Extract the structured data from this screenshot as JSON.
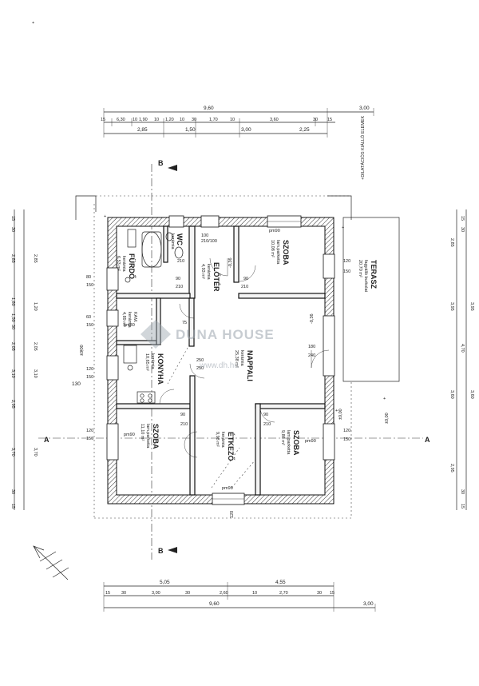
{
  "dims_top_total": [
    "9,60",
    "3,00"
  ],
  "dims_top_detail": [
    "15",
    "6,30",
    "10",
    "1,90",
    "10",
    "1,20",
    "10",
    "30",
    "1,70",
    "10",
    "3,60",
    "30",
    "15"
  ],
  "dims_top_second": [
    "2,85",
    "1,50",
    "3,00",
    "2,25"
  ],
  "dims_bottom_first": [
    "5,05",
    "4,55"
  ],
  "dims_bottom_detail": [
    "15",
    "30",
    "3,00",
    "30",
    "2,60",
    "10",
    "2,70",
    "30",
    "15"
  ],
  "dims_bottom_total": [
    "9,60",
    "3,00"
  ],
  "dims_left_outer": [
    "15",
    "30",
    "2,85",
    "1,80",
    "1,50",
    "30",
    "2,05",
    "3,10",
    "2,95",
    "3,70",
    "30",
    "15"
  ],
  "dims_left_inner": [
    "2,85",
    "1,20",
    "2,05",
    "3,10",
    "3,70"
  ],
  "dims_right_outer": [
    "15",
    "30",
    "2,85",
    "3,95",
    "4,70",
    "3,60",
    "2,95",
    "30",
    "15"
  ],
  "dims_right_inner": [
    "3,95",
    "3,60"
  ],
  "section_a": "A",
  "section_b": "B",
  "terrace_note": "+DILATÁCIÓS KIÁLLÓ ELEMEK",
  "rooms": {
    "furdo": {
      "name": "FÜRDŐ",
      "floor": "kerámia",
      "area": "6,53 m²"
    },
    "wc": {
      "name": "WC",
      "floor": "kerámia",
      "area": ""
    },
    "eloter": {
      "name": "ELŐTÉR",
      "floor": "kerámia",
      "area": "4,93 m²"
    },
    "szoba_top": {
      "name": "SZOBA",
      "floor": "lam.parketta",
      "area": "10,08 m²"
    },
    "terasz": {
      "name": "TERASZ",
      "floor": "fagyálló burkolat",
      "area": "20,70 m²"
    },
    "kamra": {
      "name": "KAM.",
      "floor": "kerámia",
      "area": "4,89 m²"
    },
    "konyha": {
      "name": "KONYHA",
      "floor": "kerámia",
      "area": "10,65 m²"
    },
    "nappali": {
      "name": "NAPPALI",
      "floor": "kerámia",
      "area": "25,38 m²"
    },
    "szoba_bl": {
      "name": "SZOBA",
      "floor": "lam.parketta",
      "area": "11,10 m²"
    },
    "etkezo": {
      "name": "ÉTKEZŐ",
      "floor": "kerámia",
      "area": "9,98 m²"
    },
    "szoba_br": {
      "name": "SZOBA",
      "floor": "lam.parketta",
      "area": "9,86 m²"
    }
  },
  "openings": {
    "d90": "90",
    "d210": "210",
    "d100": "100",
    "d210b": "210/100",
    "d120": "120",
    "d150": "150",
    "d80": "80",
    "d60": "60",
    "d180": "180",
    "d240": "240",
    "d250": "250",
    "d75": "75",
    "pm90": "pm90",
    "pm80": "pm80"
  },
  "levels": {
    "zero": "±0,00",
    "minus": "-0,36",
    "hand": "130"
  },
  "watermark": {
    "brand": "DUNA HOUSE",
    "url": "www.dh.hu"
  }
}
